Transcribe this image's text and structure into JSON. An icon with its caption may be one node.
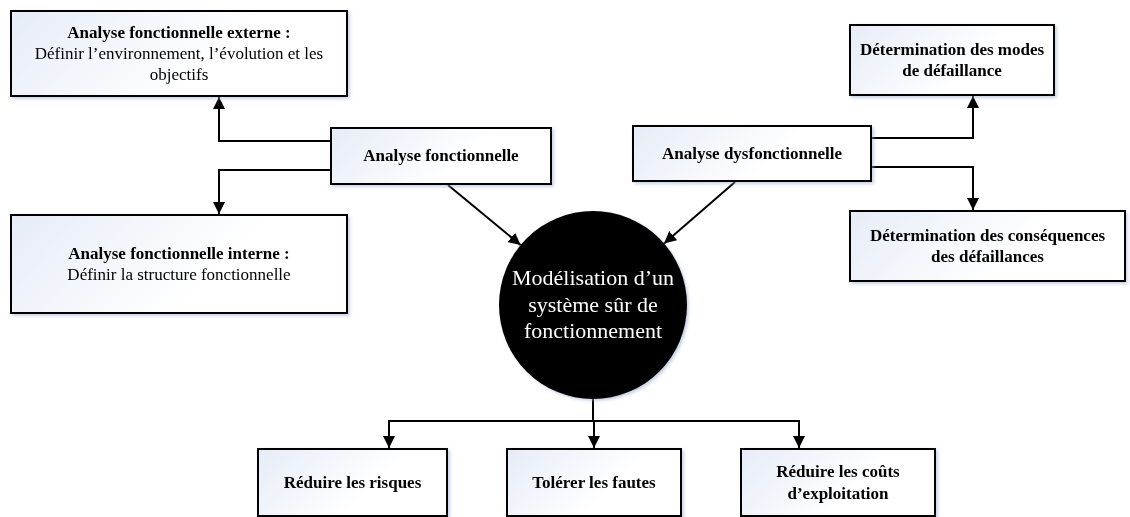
{
  "diagram": {
    "nodes": [
      {
        "text": [
          "Analyse fonctionnelle externe :",
          "Définir l’environnement, l’évolution et les objectifs"
        ]
      },
      {
        "text": [
          "Détermination des modes de défaillance"
        ]
      },
      {
        "text": [
          "Analyse fonctionnelle"
        ]
      },
      {
        "text": [
          "Analyse dysfonctionnelle"
        ]
      },
      {
        "text": [
          "Analyse fonctionnelle interne :",
          "Définir la structure fonctionnelle"
        ]
      },
      {
        "text": [
          "Détermination des conséquences des défaillances"
        ]
      },
      {
        "text": [
          "Modélisation d’un système sûr de fonctionnement"
        ]
      },
      {
        "text": [
          "Réduire les risques"
        ]
      },
      {
        "text": [
          "Tolérer les fautes"
        ]
      },
      {
        "text": [
          "Réduire les coûts d’exploitation"
        ]
      }
    ],
    "edges": [
      {
        "from": 2,
        "to": 0,
        "arrow": "to"
      },
      {
        "from": 2,
        "to": 4,
        "arrow": "to"
      },
      {
        "from": 2,
        "to": 6,
        "arrow": "to"
      },
      {
        "from": 3,
        "to": 6,
        "arrow": "to"
      },
      {
        "from": 3,
        "to": 1,
        "arrow": "to"
      },
      {
        "from": 3,
        "to": 5,
        "arrow": "to"
      },
      {
        "from": 6,
        "to": 7,
        "arrow": "to"
      },
      {
        "from": 6,
        "to": 8,
        "arrow": "to"
      },
      {
        "from": 6,
        "to": 9,
        "arrow": "to"
      }
    ]
  }
}
